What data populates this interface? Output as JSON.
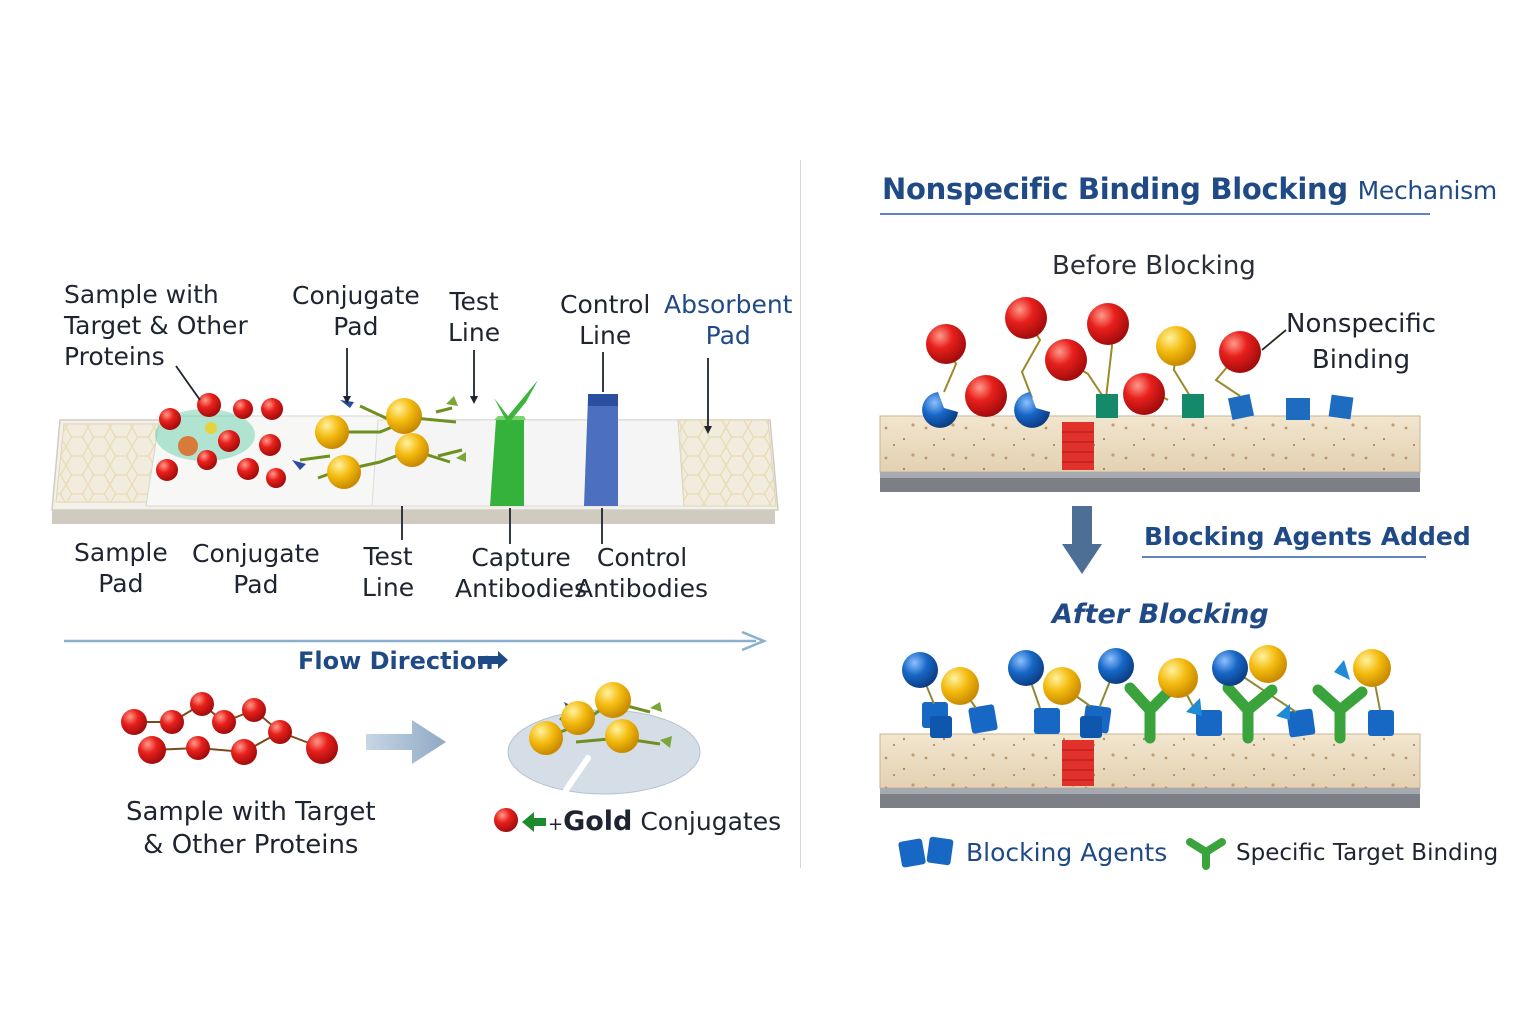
{
  "strip_labels_top": {
    "sample_with_target": "Sample with\nTarget & Other\nProteins",
    "conjugate_pad": "Conjugate\nPad",
    "test_line": "Test\nLine",
    "control_line": "Control\nLine",
    "absorbent_pad": "Absorbent\nPad"
  },
  "strip_labels_bottom": {
    "sample_pad": "Sample\nPad",
    "conjugate_pad": "Conjugate\nPad",
    "test_line": "Test\nLine",
    "capture_antibodies": "Capture\nAntibodies",
    "control_antibodies": "Control\nAntibodies"
  },
  "flow_direction": "Flow Direction",
  "sample_caption": "Sample with Target\n& Other Proteins",
  "gold_plus": "+",
  "gold_word": "Gold",
  "gold_rest": " Conjugates",
  "panel_title_main": "Nonspecific Binding Blocking",
  "panel_title_sub": "Mechanism",
  "before_blocking": "Before Blocking",
  "nonspecific_binding": "Nonspecific\nBinding",
  "blocking_agents_added": "Blocking Agents Added",
  "after_blocking": "After Blocking",
  "legend_blocking_agents": "Blocking Agents",
  "legend_specific_binding": "Specific Target Binding",
  "colors": {
    "title_blue": "#1f4a86",
    "protein_red": "#e11c1c",
    "gold": "#f2b705",
    "test_green": "#2fae3a",
    "control_blue": "#3d63b7",
    "blocker_blue": "#1666c4"
  }
}
